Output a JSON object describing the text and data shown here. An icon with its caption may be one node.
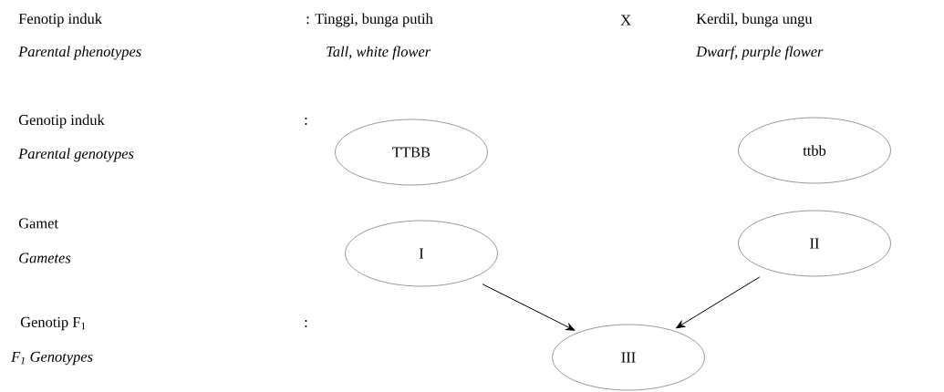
{
  "diagram": {
    "nodes": [
      {
        "text": [
          "TTBB"
        ]
      },
      {
        "text": [
          "ttbb"
        ]
      },
      {
        "text": [
          "I"
        ]
      },
      {
        "text": [
          "II"
        ]
      },
      {
        "text": [
          "III"
        ]
      }
    ],
    "edges": [
      {
        "from": 2,
        "to": 4,
        "arrow": "to"
      },
      {
        "from": 3,
        "to": 4,
        "arrow": "to"
      }
    ],
    "labels": [
      "Fenotip induk",
      ": Tinggi, bunga putih",
      "X",
      "Kerdil, bunga ungu",
      "Parental phenotypes",
      "Tall, white flower",
      "Dwarf, purple flower",
      "Genotip induk",
      ":",
      "Parental genotypes",
      "Gamet",
      "Gametes",
      "Genotip F$_{1}$",
      ":",
      "F$_{1}$ Genotypes"
    ]
  }
}
